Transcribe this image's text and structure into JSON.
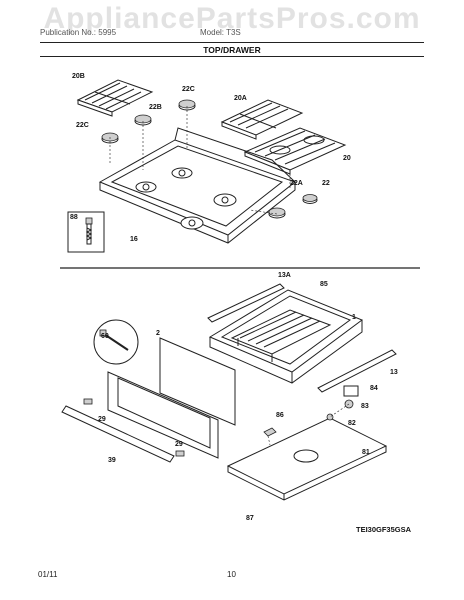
{
  "watermark": "AppliancePartsPros.com",
  "header": {
    "publication_line": "Publication No.: 5995",
    "model_line": "Model: T3S",
    "section_title": "TOP/DRAWER"
  },
  "callouts": {
    "c20B": "20B",
    "c22C_top": "22C",
    "c22B": "22B",
    "c20A": "20A",
    "c22C_left": "22C",
    "c20": "20",
    "c22A": "22A",
    "c22": "22",
    "c88": "88",
    "c16": "16",
    "c13A": "13A",
    "c85": "85",
    "c1": "1",
    "c60": "60",
    "c2": "2",
    "c13": "13",
    "c84": "84",
    "c83": "83",
    "c82": "82",
    "c86": "86",
    "c81": "81",
    "c29a": "29",
    "c29b": "29",
    "c39": "39",
    "c87": "87"
  },
  "diagram_code": "TEI30GF35GSA",
  "footer": {
    "date": "01/11",
    "page": "10"
  }
}
